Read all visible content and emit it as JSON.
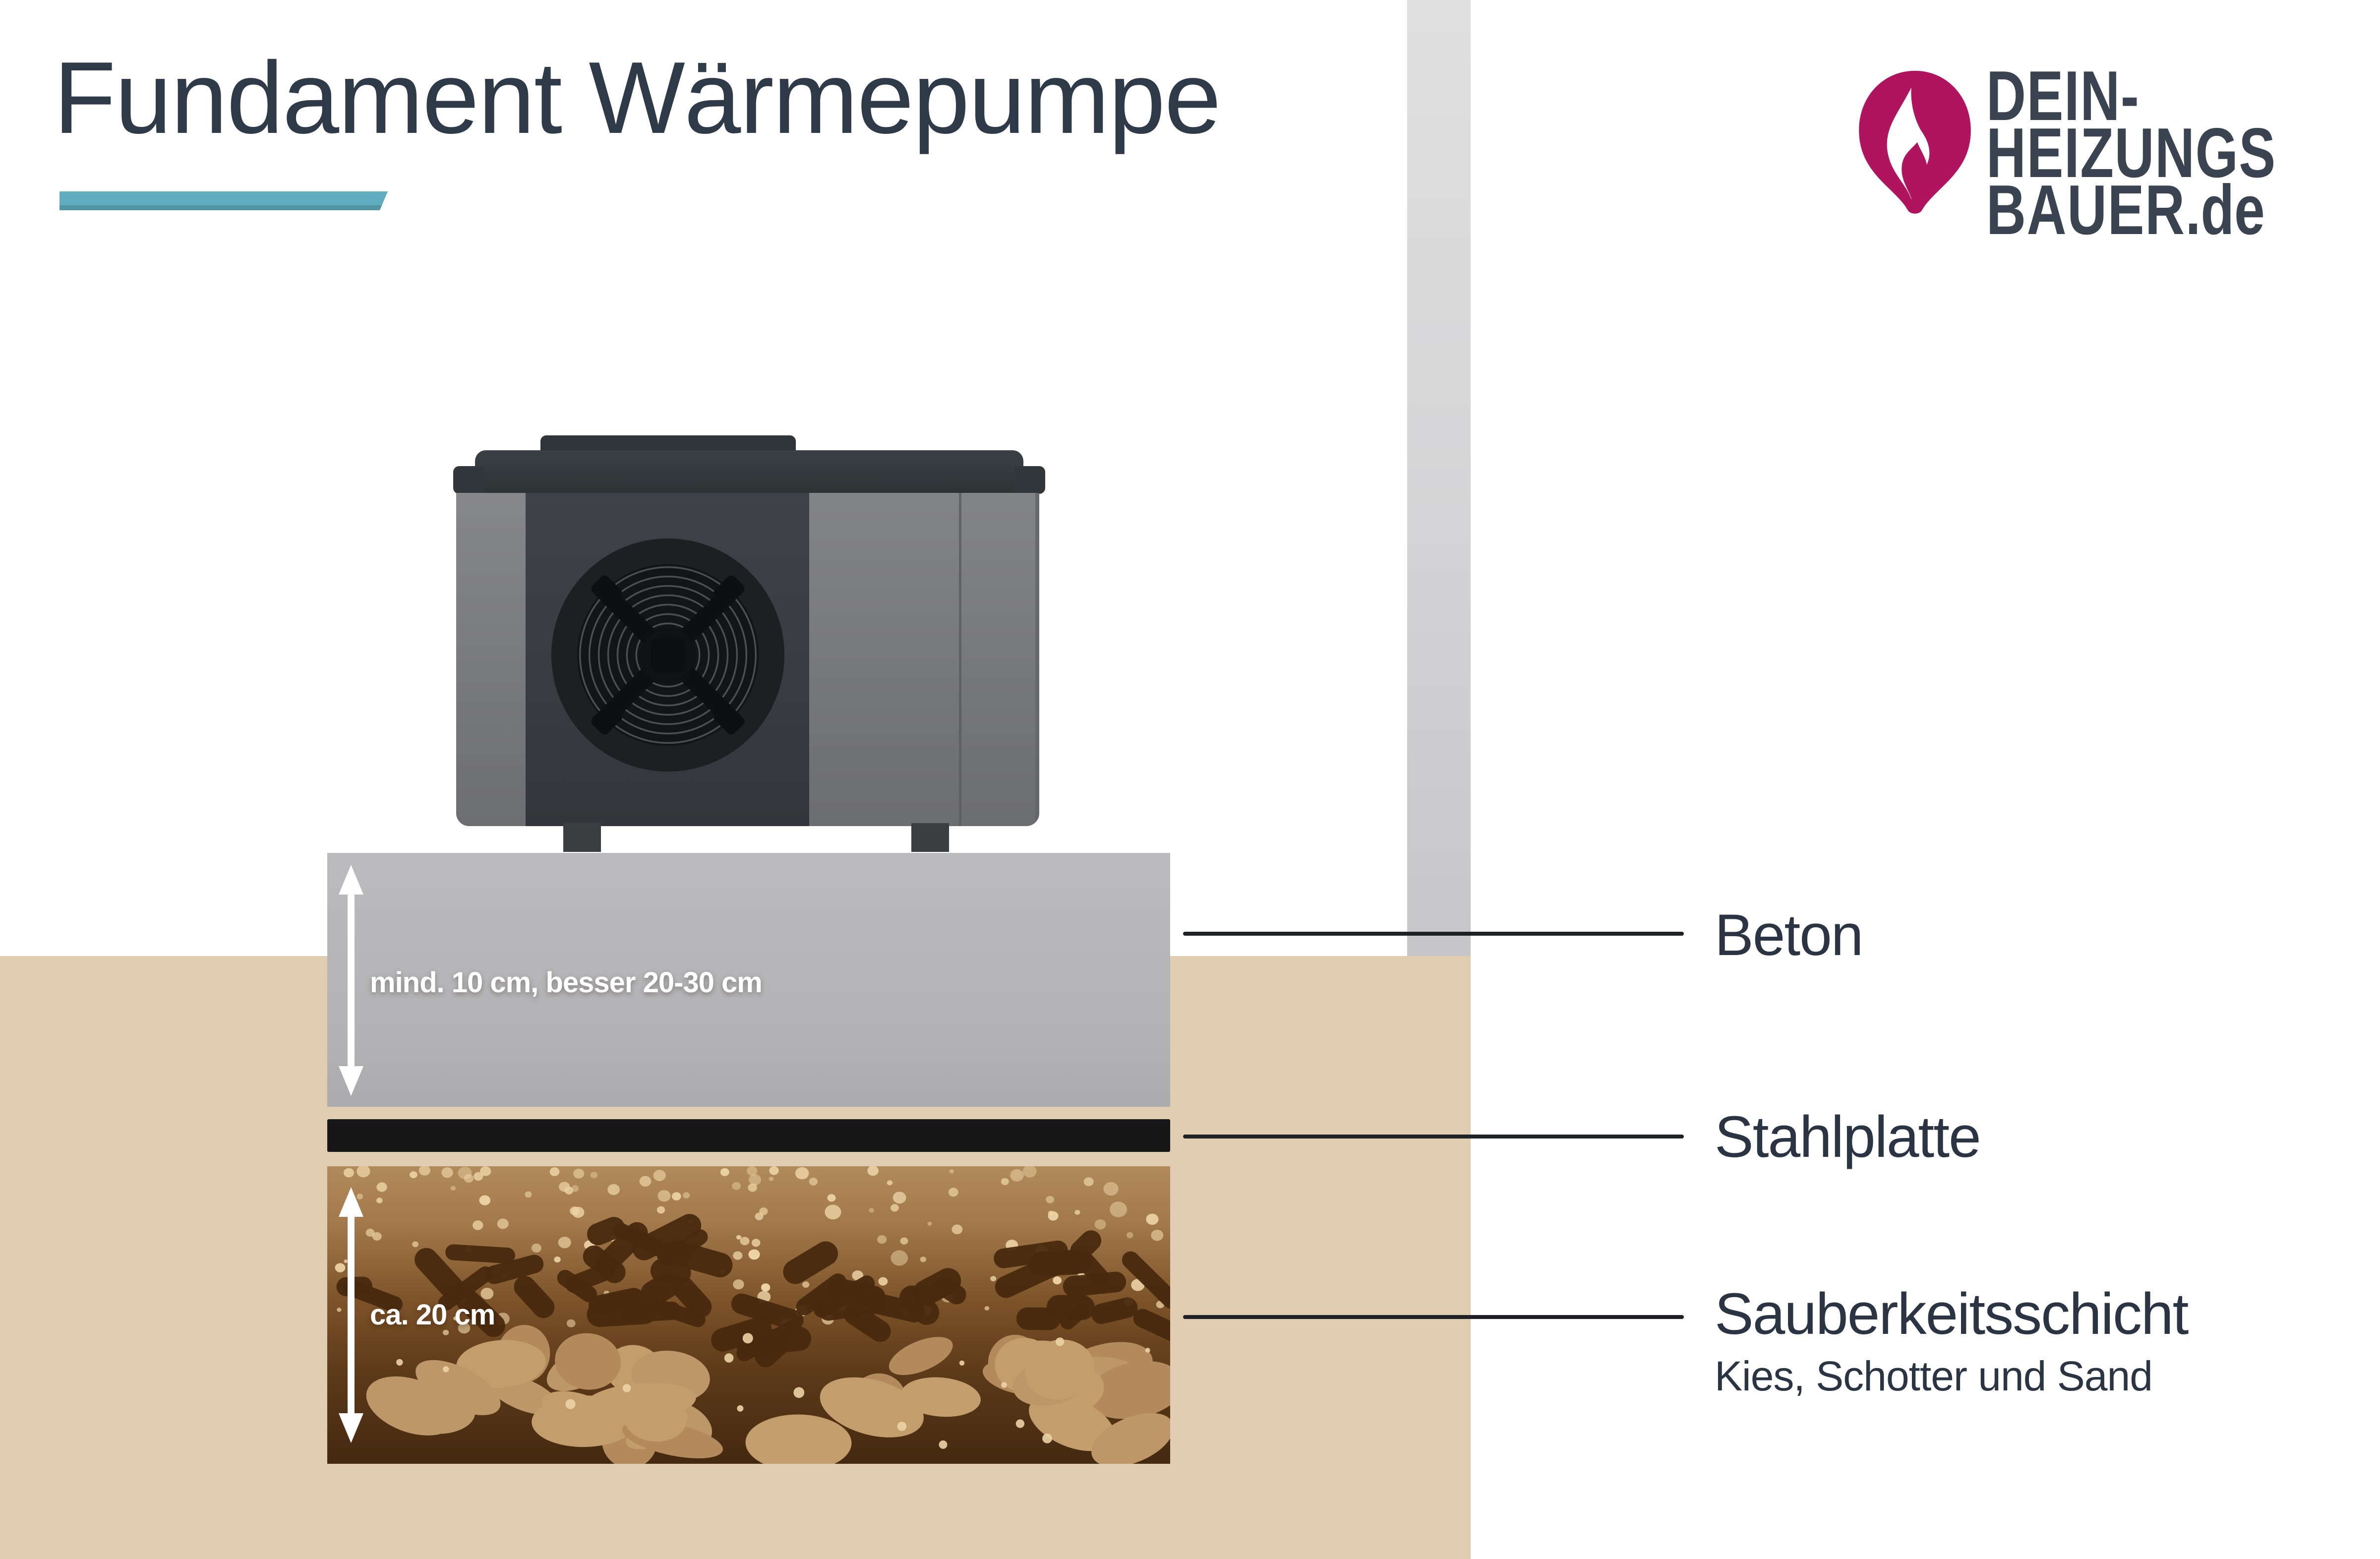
{
  "title": "Fundament Wärmepumpe",
  "logo": {
    "line1": "DEIN-",
    "line2": "HEIZUNGS",
    "line3_main": "BAUER",
    "line3_suffix": ".de"
  },
  "dimensions": {
    "concrete": "mind. 10 cm, besser 20-30 cm",
    "gravel": "ca. 20 cm"
  },
  "labels": {
    "layer1": "Beton",
    "layer2": "Stahlplatte",
    "layer3": "Sauberkeitsschicht",
    "layer3_sub": "Kies, Schotter und Sand"
  },
  "icons": {
    "logo": "flame-drop-icon",
    "dimension": "double-headed-vertical-arrow-icon"
  },
  "colors": {
    "accent_teal": "#5fadbf",
    "logo_magenta": "#b0145e",
    "logo_ink": "#3a4350",
    "title_ink": "#2f3a49",
    "label_ink": "#2b3442",
    "connector_line": "#1f2124",
    "ground_beige": "#e0ccb1",
    "wall_gray": "#d2d2d4",
    "concrete_gray": "#b5b5b7",
    "steel_black": "#171717",
    "gravel_top": "#b18a5b",
    "gravel_bottom": "#44290f",
    "sand_dot": "#ecd3a6",
    "dark_stone": "#48290e",
    "light_stone": "#bd9768",
    "dimension_text": "#ffffff"
  }
}
